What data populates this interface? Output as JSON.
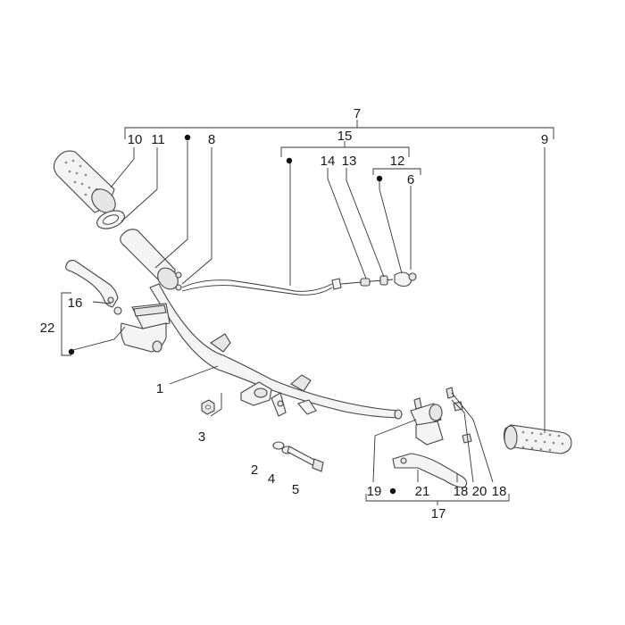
{
  "labels": {
    "p1": "1",
    "p2": "2",
    "p3": "3",
    "p4": "4",
    "p5": "5",
    "p6": "6",
    "p7": "7",
    "p8": "8",
    "p9": "9",
    "p10": "10",
    "p11": "11",
    "p12": "12",
    "p13": "13",
    "p14": "14",
    "p15": "15",
    "p16": "16",
    "p17": "17",
    "p18a": "18",
    "p18b": "18",
    "p19": "19",
    "p20": "20",
    "p21": "21",
    "p22": "22"
  },
  "colors": {
    "line": "#333333",
    "part_fill": "#f4f4f4",
    "text": "#1a1a1a"
  }
}
